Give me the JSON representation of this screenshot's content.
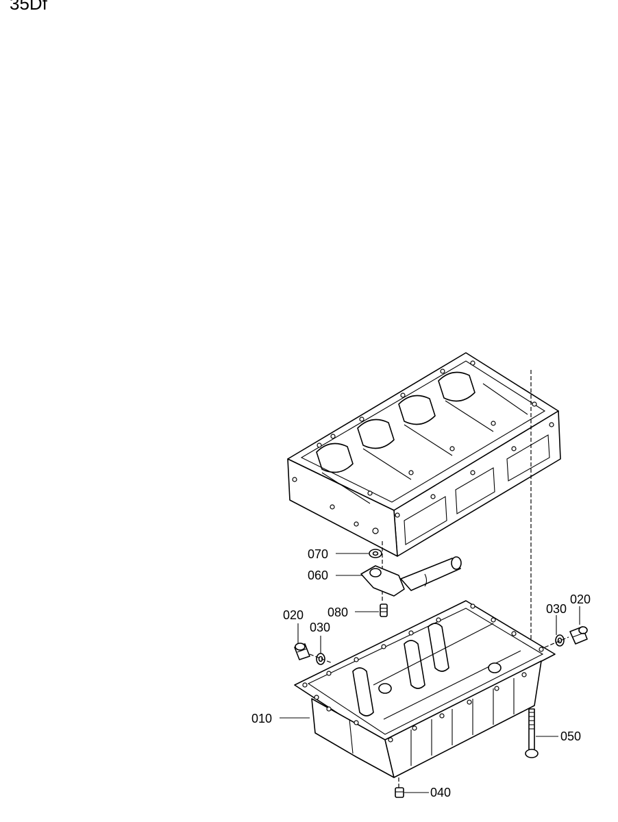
{
  "header": {
    "model_code": "35Df"
  },
  "callouts": [
    {
      "id": "070",
      "label": "070"
    },
    {
      "id": "060",
      "label": "060"
    },
    {
      "id": "080",
      "label": "080"
    },
    {
      "id": "020_left",
      "label": "020"
    },
    {
      "id": "030_left",
      "label": "030"
    },
    {
      "id": "030_right",
      "label": "030"
    },
    {
      "id": "020_right",
      "label": "020"
    },
    {
      "id": "010",
      "label": "010"
    },
    {
      "id": "050",
      "label": "050"
    },
    {
      "id": "040",
      "label": "040"
    }
  ]
}
